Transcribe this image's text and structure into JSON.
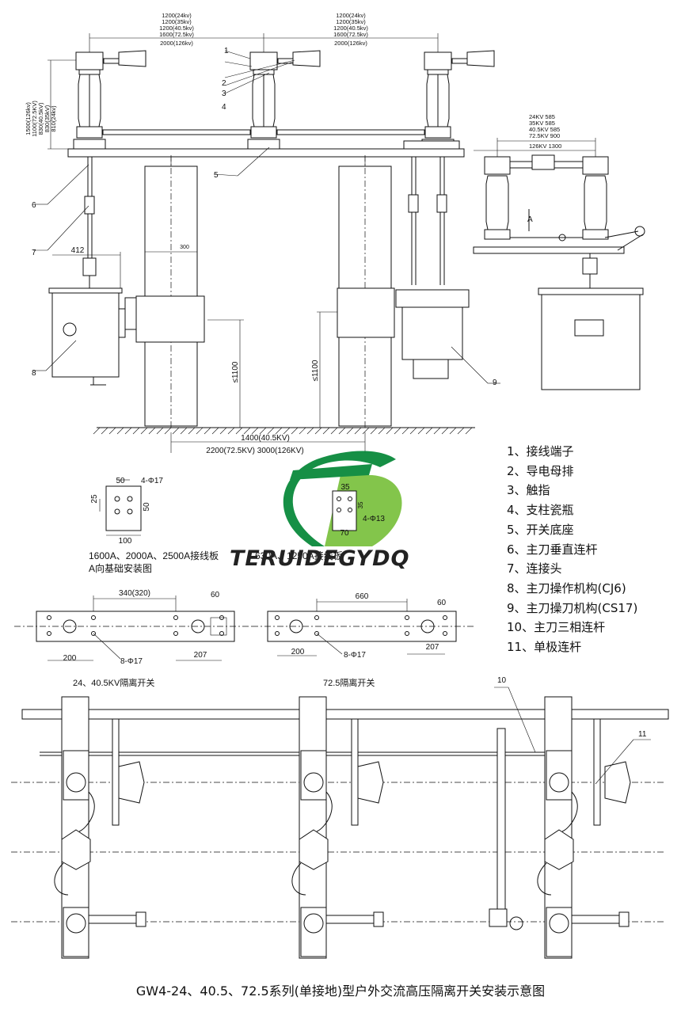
{
  "dimensions": {
    "top_left_span": [
      "1200(24kv)",
      "1200(35kv)",
      "1200(40.5kv)",
      "1600(72.5kv)",
      "2000(126kv)"
    ],
    "top_right_span": [
      "1200(24kv)",
      "1200(35kv)",
      "1200(40.5kv)",
      "1600(72.5kv)",
      "2000(126kv)"
    ],
    "left_height": [
      "1500(126kv)",
      "1100(72.5KV)",
      "830(40.5kV)",
      "830(35kV)",
      "810(24kv)"
    ],
    "side_table": [
      "24KV 585",
      "35KV 585",
      "40.5KV 585",
      "72.5KV 900",
      "126KV 1300"
    ],
    "d412": "412",
    "d300": "300",
    "d1100a": "≤1100",
    "d1100b": "≤1100",
    "base_span_1": "1400(40.5KV)",
    "base_span_2": "2200(72.5KV) 3000(126KV)",
    "view_a": "A",
    "small_plate_1": {
      "w": "50",
      "h": "25",
      "h2": "50",
      "bottom": "100",
      "holes": "4-Φ17"
    },
    "small_plate_2": {
      "w": "35",
      "h": "35",
      "bottom": "70",
      "holes": "4-Φ13"
    },
    "plate_caption_1": "1600A、2000A、2500A接线板",
    "plate_caption_1b": "630A、1250A接线板",
    "plate_caption_2": "A向基础安装图",
    "base_plan_1": {
      "top": "340(320)",
      "right": "60",
      "left": "200",
      "right_bottom": "207",
      "holes": "8-Φ17",
      "caption": "24、40.5KV隔离开关"
    },
    "base_plan_2": {
      "top": "660",
      "right": "60",
      "left": "200",
      "right_bottom": "207",
      "holes": "8-Φ17",
      "caption": "72.5隔离开关"
    }
  },
  "callouts": [
    "1",
    "2",
    "3",
    "4",
    "5",
    "6",
    "7",
    "8",
    "9",
    "10",
    "11"
  ],
  "legend": [
    "1、接线端子",
    "2、导电母排",
    "3、触指",
    "4、支柱瓷瓶",
    "5、开关底座",
    "6、主刀垂直连杆",
    "7、连接头",
    "8、主刀操作机构(CJ6)",
    "9、主刀操刀机构(CS17)",
    "10、主刀三相连杆",
    "11、单极连杆"
  ],
  "watermark": "TERUIDEGYDQ",
  "logo_colors": {
    "green_dark": "#0a8a3c",
    "green_light": "#7dc242"
  },
  "caption": "GW4-24、40.5、72.5系列(单接地)型户外交流高压隔离开关安装示意图"
}
